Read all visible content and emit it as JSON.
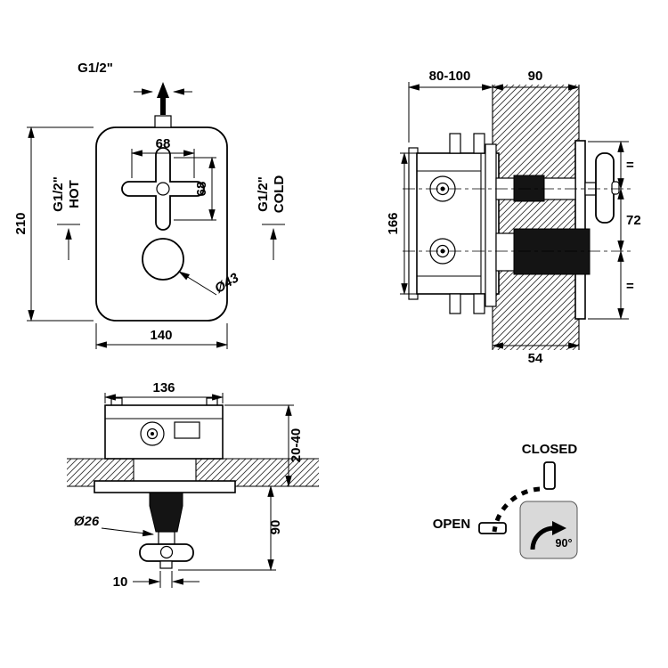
{
  "front_view": {
    "top_thread": "G1/2\"",
    "spacing_h": "68",
    "spacing_v": "68",
    "hot_thread": "G1/2\"",
    "hot_label": "HOT",
    "cold_thread": "G1/2\"",
    "cold_label": "COLD",
    "plate_height": "210",
    "plate_width": "140",
    "knob_diameter": "Ø43"
  },
  "side_view": {
    "recess_depth": "80-100",
    "protrusion": "90",
    "body_height": "166",
    "equal_top": "=",
    "handle_spacing": "72",
    "equal_bottom": "=",
    "trim_depth": "54"
  },
  "bottom_view": {
    "body_width": "136",
    "wall_thickness_range": "20-40",
    "handle_protrusion": "90",
    "stem_diameter": "Ø26",
    "tip_width": "10"
  },
  "rotation_diagram": {
    "closed_label": "CLOSED",
    "open_label": "OPEN",
    "angle_label": "90°"
  },
  "colors": {
    "line": "#000000",
    "knob_fill": "#141414",
    "box_fill": "#d9d9d9"
  }
}
